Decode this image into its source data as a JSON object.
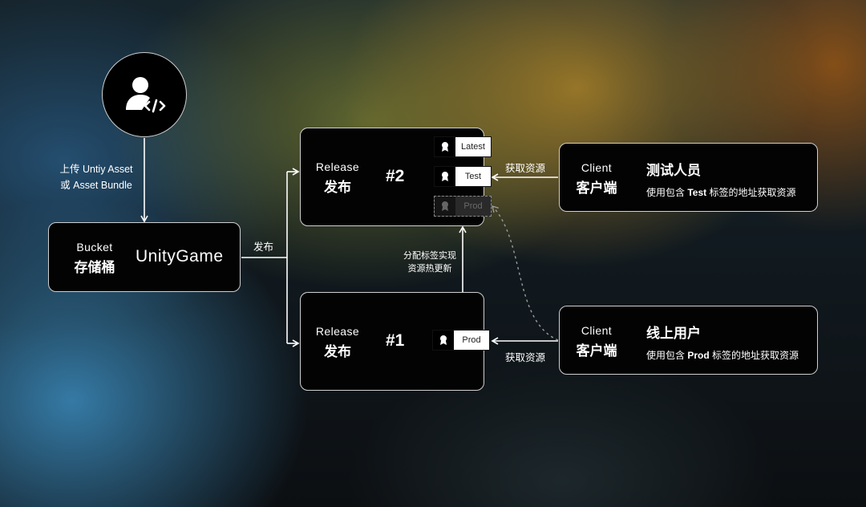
{
  "upload": {
    "line1": "上传 Untiy Asset",
    "line2": "或 Asset Bundle"
  },
  "bucket": {
    "en": "Bucket",
    "zh": "存储桶",
    "name": "UnityGame"
  },
  "publish_label": "发布",
  "release2": {
    "en": "Release",
    "zh": "发布",
    "num": "#2",
    "tags": [
      "Latest",
      "Test",
      "Prod"
    ]
  },
  "release1": {
    "en": "Release",
    "zh": "发布",
    "num": "#1",
    "tags": [
      "Prod"
    ]
  },
  "fetch_label_top": "获取资源",
  "fetch_label_bottom": "获取资源",
  "hot_update": {
    "line1": "分配标签实现",
    "line2": "资源热更新"
  },
  "client_test": {
    "en": "Client",
    "zh": "客户端",
    "title": "测试人员",
    "desc_pre": "使用包含 ",
    "desc_bold": "Test",
    "desc_post": " 标签的地址获取资源"
  },
  "client_prod": {
    "en": "Client",
    "zh": "客户端",
    "title": "线上用户",
    "desc_pre": "使用包含 ",
    "desc_bold": "Prod",
    "desc_post": " 标签的地址获取资源"
  },
  "icons": {
    "developer": "developer-code-icon",
    "tag": "badge-icon"
  }
}
